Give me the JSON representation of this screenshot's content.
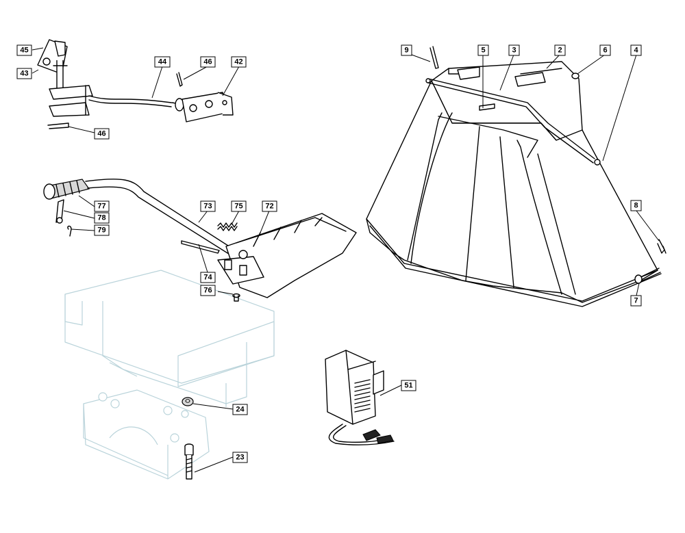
{
  "callouts": {
    "c45": "45",
    "c43": "43",
    "c44": "44",
    "c46a": "46",
    "c42": "42",
    "c46b": "46",
    "c9": "9",
    "c5": "5",
    "c3": "3",
    "c2": "2",
    "c6": "6",
    "c4": "4",
    "c8": "8",
    "c7": "7",
    "c77": "77",
    "c78": "78",
    "c79": "79",
    "c73": "73",
    "c75": "75",
    "c72": "72",
    "c74": "74",
    "c76": "76",
    "c24": "24",
    "c23": "23",
    "c51": "51"
  }
}
